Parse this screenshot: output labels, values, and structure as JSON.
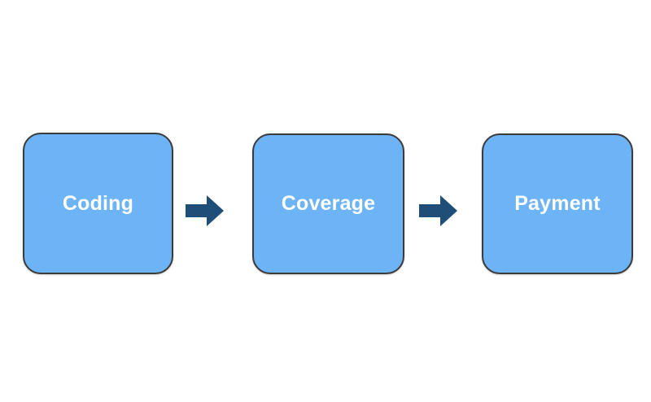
{
  "diagram": {
    "type": "process-flow",
    "orientation": "horizontal",
    "background_color": "#FFFFFF",
    "node_fill_color": "#6CB4F5",
    "node_border_color": "#3B3B3B",
    "node_text_color": "#FFFFFF",
    "arrow_color": "#1F4E79",
    "nodes": [
      {
        "id": "coding",
        "label": "Coding"
      },
      {
        "id": "coverage",
        "label": "Coverage"
      },
      {
        "id": "payment",
        "label": "Payment"
      }
    ],
    "connectors": [
      {
        "id": "coding-to-coverage",
        "icon": "arrow-right-icon",
        "from": "coding",
        "to": "coverage"
      },
      {
        "id": "coverage-to-payment",
        "icon": "arrow-right-icon",
        "from": "coverage",
        "to": "payment"
      }
    ]
  }
}
